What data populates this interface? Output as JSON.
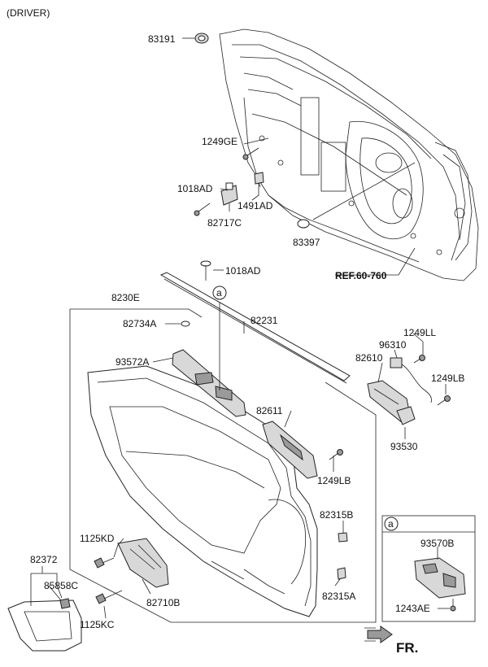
{
  "header": {
    "title": "(DRIVER)"
  },
  "labels": {
    "p83191": "83191",
    "p1249GE": "1249GE",
    "p1018AD_top": "1018AD",
    "p1491AD": "1491AD",
    "p82717C": "82717C",
    "p83397": "83397",
    "ref": "REF.60-760",
    "p1018AD_mid": "1018AD",
    "p8230E": "8230E",
    "p82231": "82231",
    "p82734A": "82734A",
    "p93572A": "93572A",
    "p1249LL": "1249LL",
    "p96310": "96310",
    "p82610": "82610",
    "p1249LB_right": "1249LB",
    "p82611": "82611",
    "p93530": "93530",
    "p1249LB_mid": "1249LB",
    "p82315B": "82315B",
    "p1125KD": "1125KD",
    "p82372": "82372",
    "p85858C": "85858C",
    "p1125KC": "1125KC",
    "p82710B": "82710B",
    "p82315A": "82315A",
    "circle_a": "a",
    "inset_a": "a",
    "p93570B": "93570B",
    "p1243AE": "1243AE",
    "fr": "FR."
  }
}
